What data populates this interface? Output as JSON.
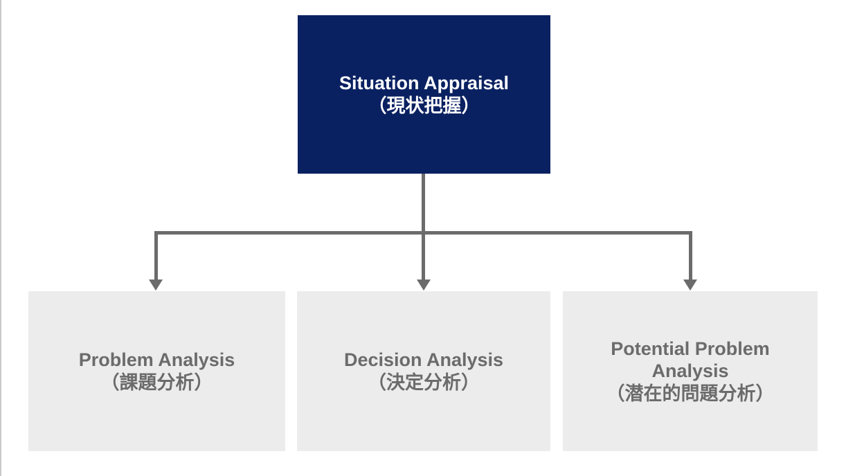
{
  "diagram": {
    "root": {
      "title_en": "Situation Appraisal",
      "title_ja": "（現状把握）"
    },
    "children": [
      {
        "title_en": "Problem Analysis",
        "title_ja": "（課題分析）"
      },
      {
        "title_en": "Decision Analysis",
        "title_ja": "（決定分析）"
      },
      {
        "title_en": "Potential Problem Analysis",
        "title_ja": "（潜在的問題分析）"
      }
    ],
    "colors": {
      "root_background": "#0a2161",
      "root_text": "#ffffff",
      "child_background": "#ececec",
      "child_text": "#6b6b6b",
      "connector": "#6b6b6b",
      "page_edge_line": "#c9c9c9"
    }
  }
}
